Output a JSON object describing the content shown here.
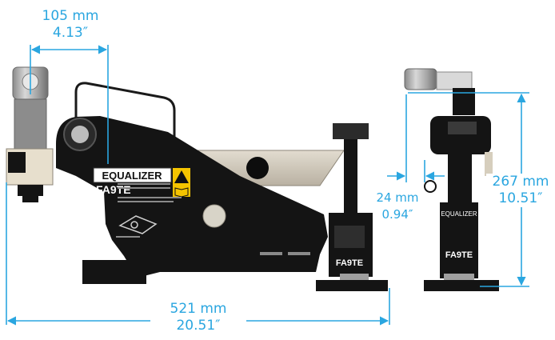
{
  "colors": {
    "dimension": "#2aa6e0",
    "body": "#111111",
    "metal": "#c9c9c9",
    "label_bg": "#ffffff"
  },
  "dimensions": {
    "top_width": {
      "mm": "105 mm",
      "inch": "4.13″"
    },
    "total_length": {
      "mm": "521 mm",
      "inch": "20.51″"
    },
    "height": {
      "mm": "267 mm",
      "inch": "10.51″"
    },
    "offset": {
      "mm": "24 mm",
      "inch": "0.94″"
    }
  },
  "product": {
    "brand": "EQUALIZER",
    "model": "FA9TE",
    "side_brand": "EQUALIZER",
    "side_model": "FA9TE"
  },
  "icons": [
    "warning-icon",
    "manual-icon"
  ]
}
